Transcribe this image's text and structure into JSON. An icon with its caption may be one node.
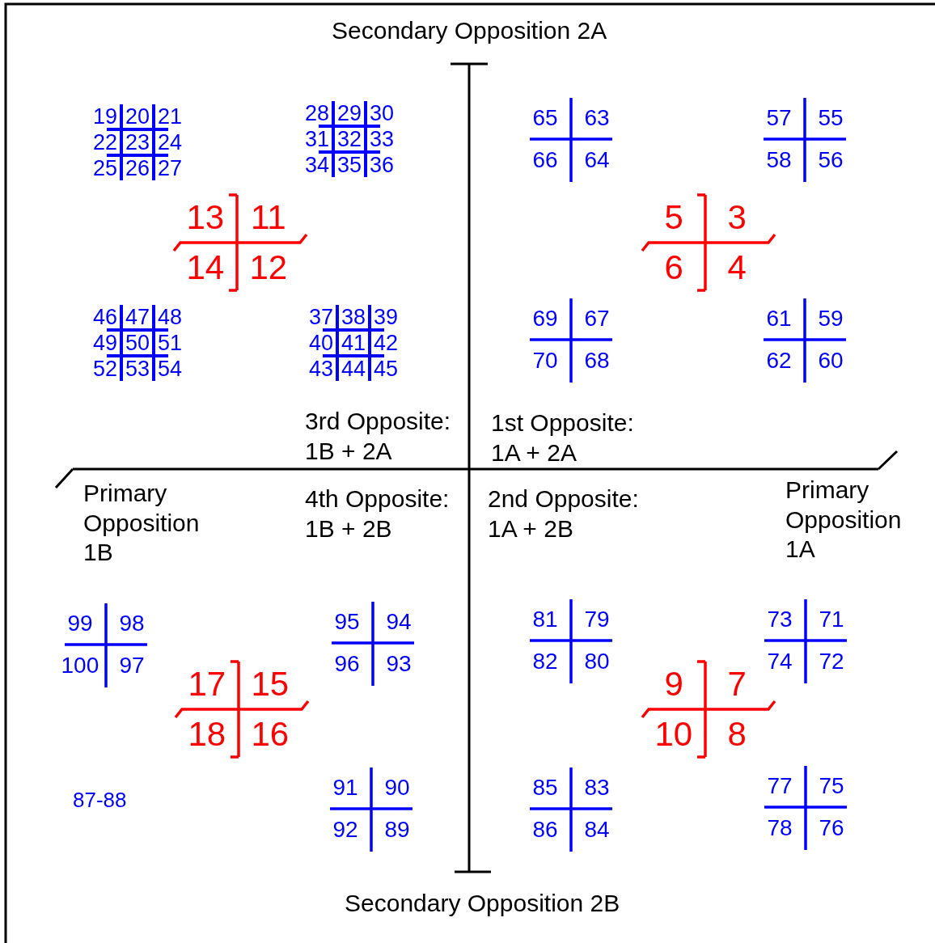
{
  "diagram": {
    "labels": [
      "Secondary Opposition 2A",
      "19",
      "20",
      "21",
      "22",
      "23",
      "24",
      "25",
      "26",
      "27",
      "28",
      "29",
      "30",
      "31",
      "32",
      "33",
      "34",
      "35",
      "36",
      "65",
      "63",
      "66",
      "64",
      "57",
      "55",
      "58",
      "56",
      "13",
      "11",
      "14",
      "12",
      "5",
      "3",
      "6",
      "4",
      "46",
      "47",
      "48",
      "49",
      "50",
      "51",
      "52",
      "53",
      "54",
      "37",
      "38",
      "39",
      "40",
      "41",
      "42",
      "43",
      "44",
      "45",
      "69",
      "67",
      "70",
      "68",
      "61",
      "59",
      "62",
      "60",
      "3rd Opposite: 1B + 2A",
      "1st Opposite: 1A + 2A",
      "Primary Opposition 1B",
      "4th Opposite: 1B + 2B",
      "2nd Opposite: 1A + 2B",
      "Primary Opposition 1A",
      "99",
      "98",
      "100",
      "97",
      "95",
      "94",
      "96",
      "93",
      "81",
      "79",
      "82",
      "80",
      "73",
      "71",
      "74",
      "72",
      "17",
      "15",
      "18",
      "16",
      "9",
      "7",
      "10",
      "8",
      "87-88",
      "91",
      "90",
      "92",
      "89",
      "85",
      "83",
      "86",
      "84",
      "77",
      "75",
      "78",
      "76",
      "Secondary Opposition 2B"
    ]
  }
}
